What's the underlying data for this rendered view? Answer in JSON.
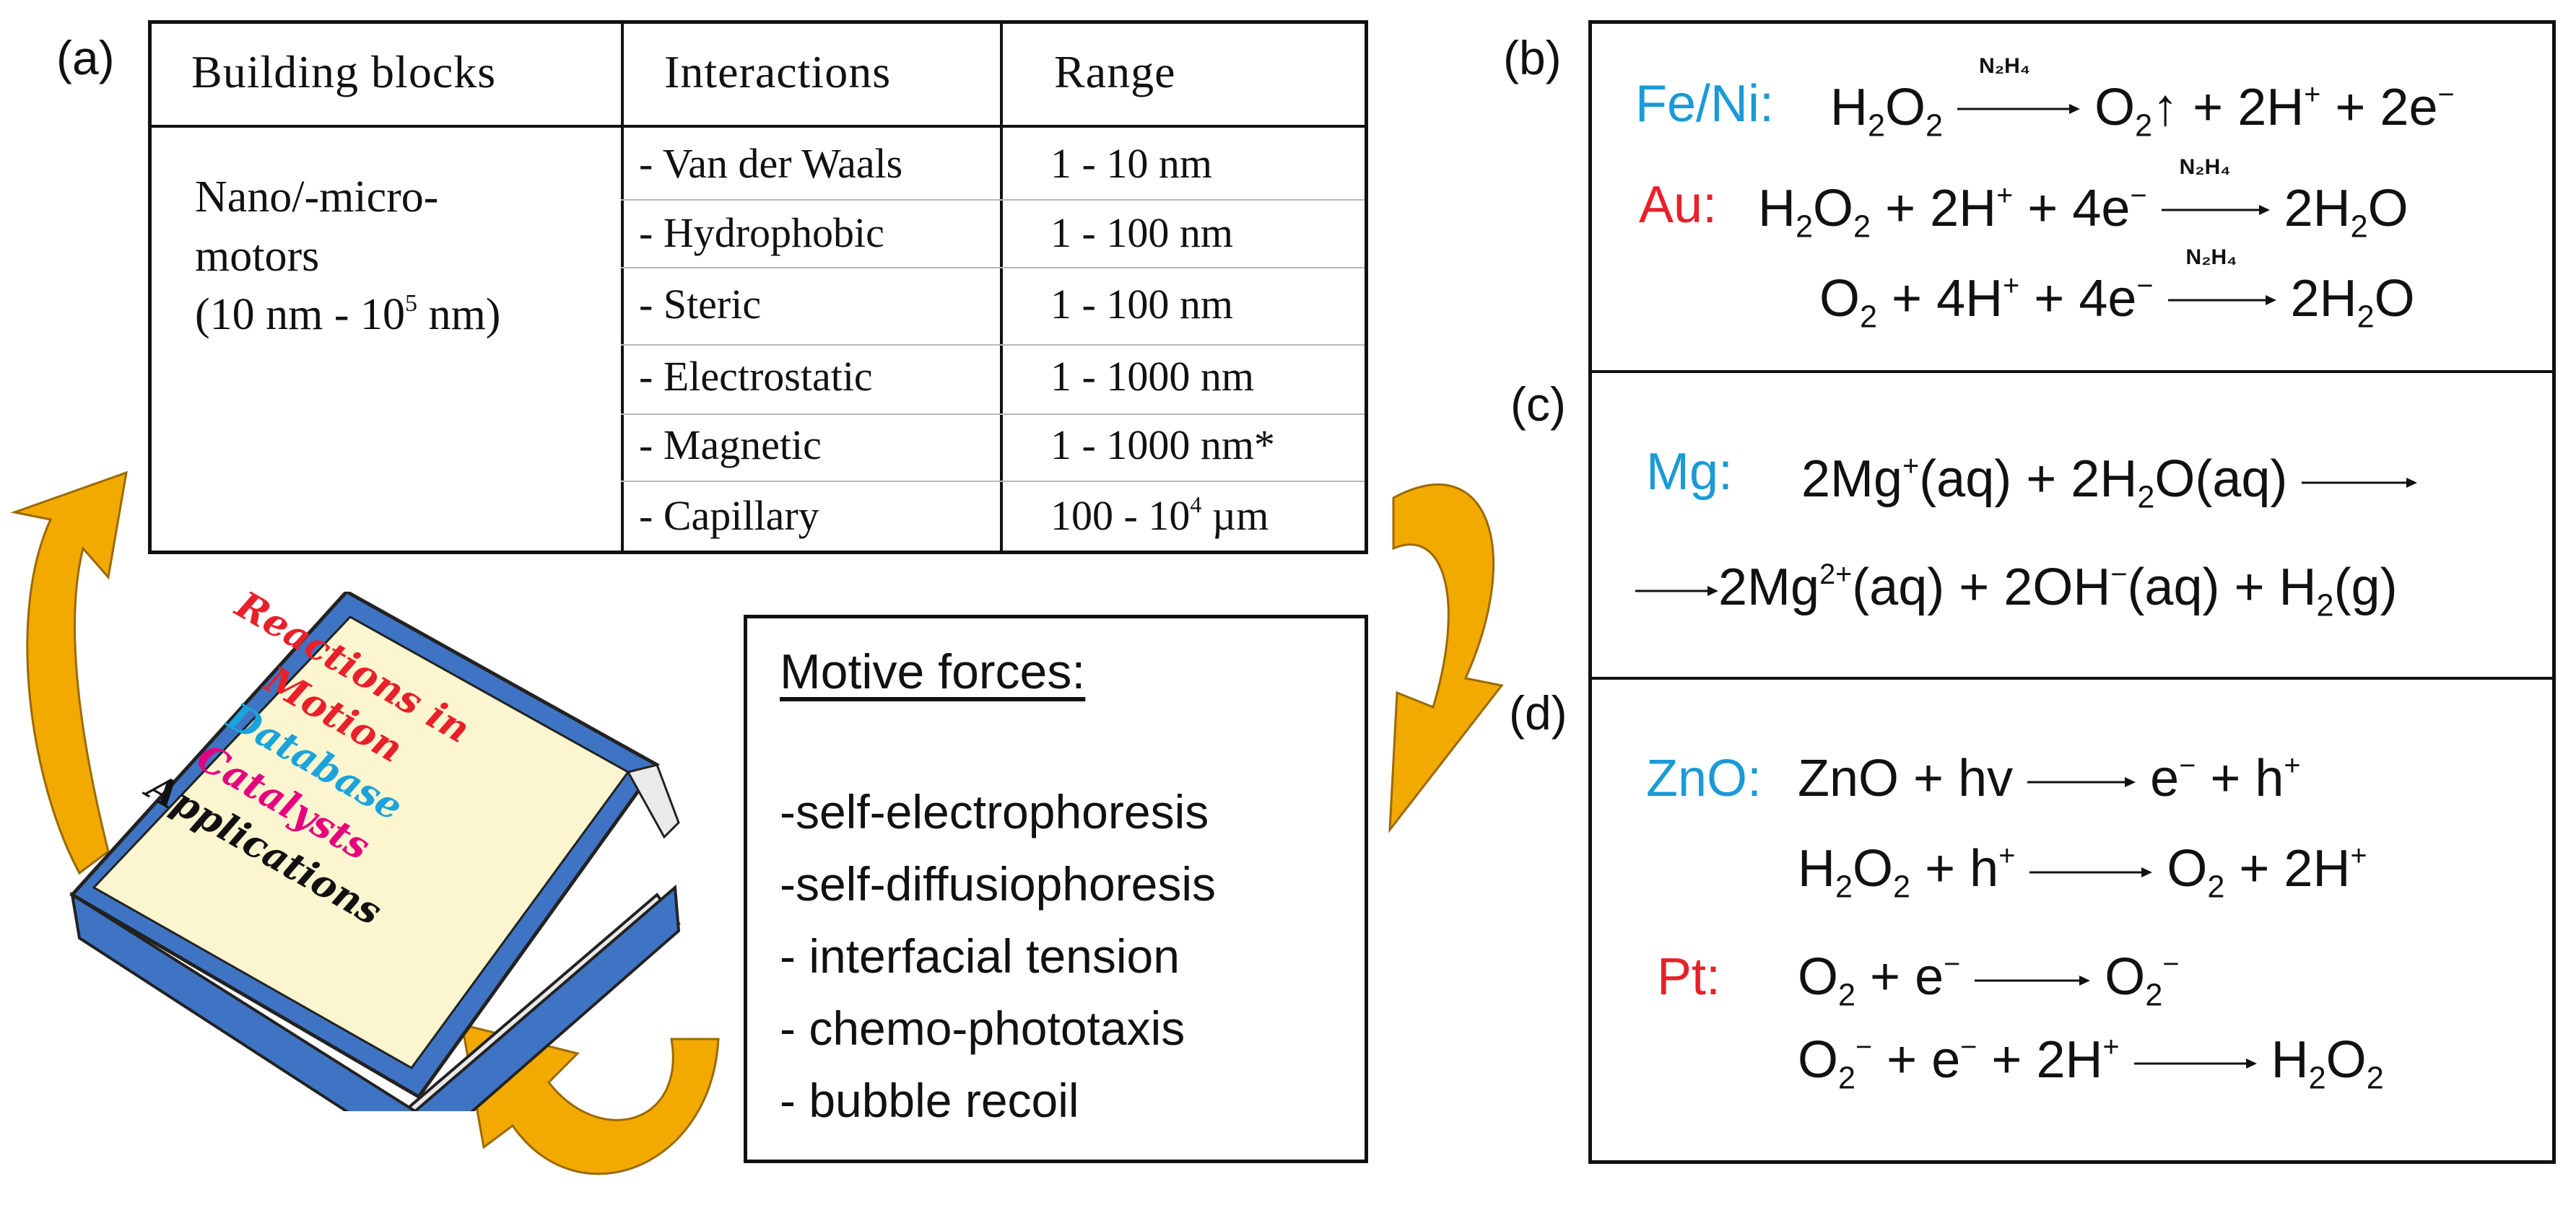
{
  "labels": {
    "a": "(a)",
    "b": "(b)",
    "c": "(c)",
    "d": "(d)"
  },
  "table": {
    "headers": [
      "Building blocks",
      "Interactions",
      "Range"
    ],
    "building_block": {
      "line1": "Nano/-micro-",
      "line2": "motors",
      "line3_pre": "(10 nm - 10",
      "line3_sup": "5",
      "line3_post": " nm)"
    },
    "rows": [
      {
        "interaction": "- Van der Waals",
        "range": "1 - 10 nm"
      },
      {
        "interaction": "- Hydrophobic",
        "range": "1 - 100 nm"
      },
      {
        "interaction": "- Steric",
        "range": "1 - 100 nm"
      },
      {
        "interaction": "- Electrostatic",
        "range": "1 - 1000 nm"
      },
      {
        "interaction": "- Magnetic",
        "range": "1 - 1000 nm*"
      },
      {
        "interaction": "- Capillary",
        "range_pre": "100 - 10",
        "range_sup": "4",
        "range_post": " µm"
      }
    ]
  },
  "book": {
    "lines": [
      "Reactions in",
      "Motion",
      "Database",
      "Catalysts",
      "Applications"
    ],
    "colors": [
      "#e8202a",
      "#e8202a",
      "#1aa3dc",
      "#e6007e",
      "#111111"
    ]
  },
  "motive": {
    "title": "Motive forces:",
    "items": [
      "-self-electrophoresis",
      "-self-diffusiophoresis",
      "- interfacial tension",
      "- chemo-phototaxis",
      "- bubble recoil"
    ]
  },
  "reactions": {
    "b": {
      "fe_ni": "Fe/Ni:",
      "au": "Au:",
      "catalyst": "N₂H₄"
    },
    "c": {
      "mg": "Mg:"
    },
    "d": {
      "zno": "ZnO:",
      "pt": "Pt:"
    }
  },
  "colors": {
    "blue": "#1a9ad6",
    "red": "#e8202a",
    "arrow_orange": "#f2a900",
    "book_blue": "#3f74c4",
    "book_cover": "#fbf6cf"
  }
}
